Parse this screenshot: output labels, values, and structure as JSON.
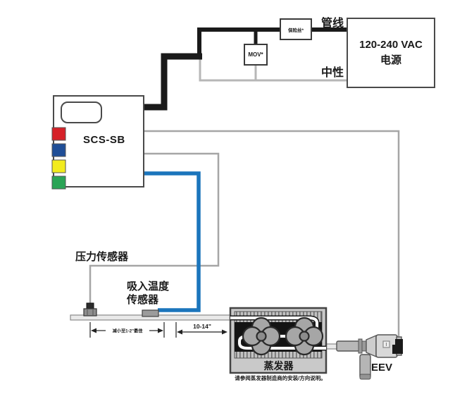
{
  "diagram": {
    "controller": {
      "label": "SCS-SB"
    },
    "power": {
      "voltage": "120-240 VAC",
      "source": "电源",
      "line_label": "管线",
      "neutral_label": "中性",
      "fuse_label": "保险丝*",
      "mov_label": "MOV*"
    },
    "sensors": {
      "pressure_label": "压力传感器",
      "suction_line1": "吸入温度",
      "suction_line2": "传感器"
    },
    "evaporator": {
      "label": "蒸发器",
      "caption": "请参阅蒸发器制造商的安装/方向说明。"
    },
    "eev": {
      "label": "EEV"
    },
    "dimensions": {
      "min_label": "减小至1-2\"最佳",
      "range_label": "10-14\""
    },
    "colors": {
      "wire_power_line": "#1a1a1a",
      "wire_neutral": "#b7b7b7",
      "wire_signal": "#a6a6a6",
      "wire_suction": "#1b75bc",
      "led_red": "#d62128",
      "led_blue": "#1f4e97",
      "led_yellow": "#f2eb1e",
      "led_green": "#2aa456"
    }
  }
}
